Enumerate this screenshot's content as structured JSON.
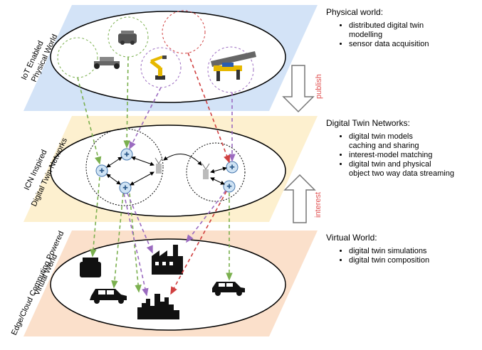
{
  "layers": {
    "top_label_1": "IoT Enabled",
    "top_label_2": "Physical World",
    "mid_label_1": "ICN Inspired",
    "mid_label_2": "Digital Twin Networks",
    "bottom_label_1": "Edge/Cloud Computing Powered",
    "bottom_label_2": "Virtual World"
  },
  "arrows": {
    "publish": "publish",
    "interest": "interest"
  },
  "physical": {
    "heading": "Physical world:",
    "items": [
      "distributed digital twin",
      "modelling",
      "sensor data acquisition"
    ]
  },
  "dtn": {
    "heading": "Digital Twin Networks:",
    "items": [
      "digital twin models",
      "caching and sharing",
      "interest-model matching",
      "digital twin and physical",
      "object two way data streaming"
    ]
  },
  "virtual": {
    "heading": "Virtual World:",
    "items": [
      "digital twin simulations",
      "digital twin composition"
    ]
  },
  "colors": {
    "top_plane": "#d3e3f7",
    "mid_plane": "#fdf0cf",
    "bottom_plane": "#fbe0cb",
    "green": "#7bb04f",
    "purple": "#9b6bc0",
    "red": "#d04040",
    "label_red": "#e05050"
  }
}
